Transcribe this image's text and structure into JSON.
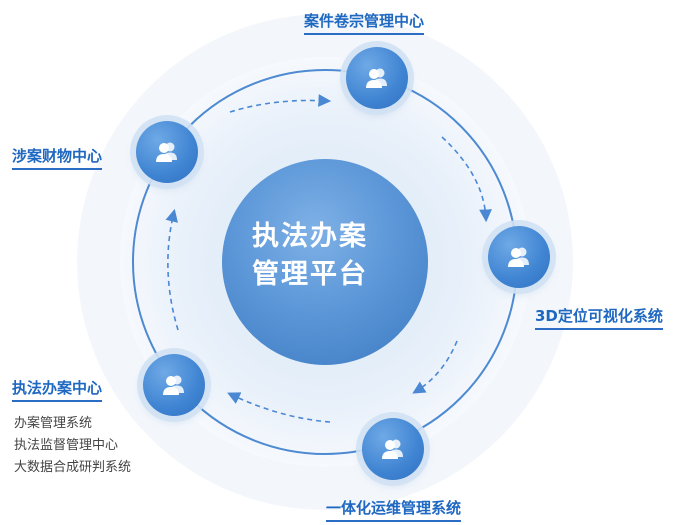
{
  "center": {
    "line1": "执法办案",
    "line2": "管理平台"
  },
  "nodes": [
    {
      "label": "案件卷宗管理中心"
    },
    {
      "label": "3D定位可视化系统"
    },
    {
      "label": "一体化运维管理系统"
    },
    {
      "label": "执法办案中心",
      "sub_items": [
        "办案管理系统",
        "执法监督管理中心",
        "大数据合成研判系统"
      ]
    },
    {
      "label": "涉案财物中心"
    }
  ],
  "node_icon": "users-icon",
  "colors": {
    "accent": "#2b6cc4",
    "node": "#3f84d2",
    "label": "#1f68c1",
    "center_text": "#ffffff"
  }
}
